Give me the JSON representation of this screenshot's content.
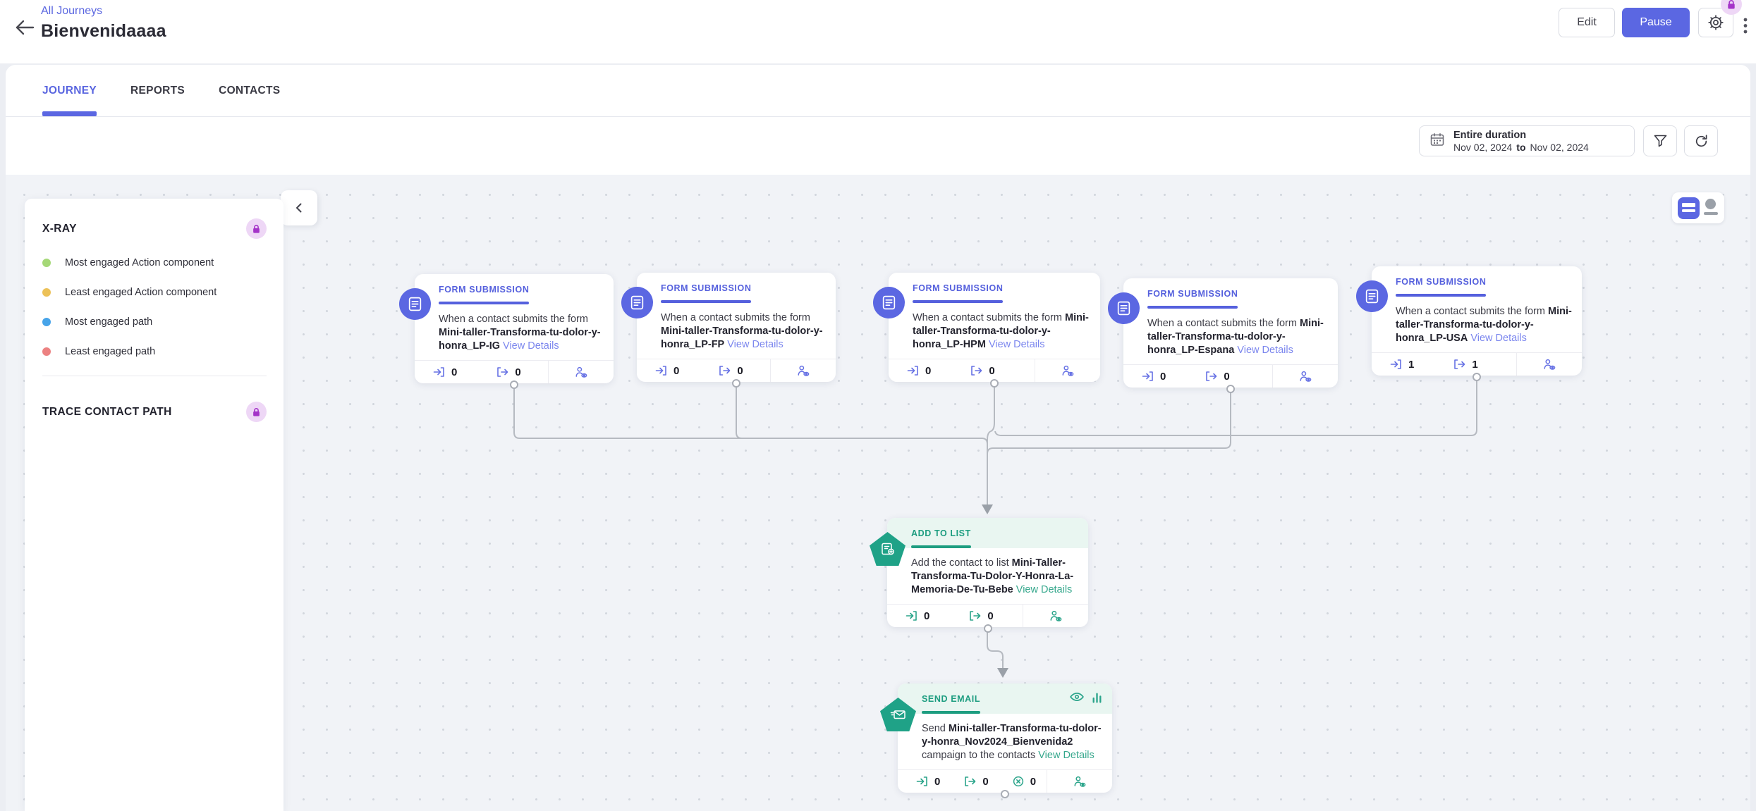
{
  "header": {
    "breadcrumb": "All Journeys",
    "title": "Bienvenidaaaa",
    "edit": "Edit",
    "pause": "Pause"
  },
  "tabs": {
    "journey": "JOURNEY",
    "reports": "REPORTS",
    "contacts": "CONTACTS"
  },
  "toolbar": {
    "duration_title": "Entire duration",
    "date_from": "Nov 02, 2024",
    "to": "to",
    "date_to": "Nov 02, 2024"
  },
  "xray": {
    "title": "X-RAY",
    "legend": [
      {
        "label": "Most engaged Action component",
        "color": "#a5d877"
      },
      {
        "label": "Least engaged Action component",
        "color": "#ecc158"
      },
      {
        "label": "Most engaged path",
        "color": "#47a4e9"
      },
      {
        "label": "Least engaged path",
        "color": "#ec8181"
      }
    ],
    "trace_title": "TRACE CONTACT PATH"
  },
  "nodes": {
    "forms": [
      {
        "label": "FORM SUBMISSION",
        "prefix": "When a contact submits the form",
        "name": "Mini-taller-Transforma-tu-dolor-y-honra_LP-IG",
        "link": "View Details",
        "entered": "0",
        "exited": "0"
      },
      {
        "label": "FORM SUBMISSION",
        "prefix": "When a contact submits the form",
        "name": "Mini-taller-Transforma-tu-dolor-y-honra_LP-FP",
        "link": "View Details",
        "entered": "0",
        "exited": "0"
      },
      {
        "label": "FORM SUBMISSION",
        "prefix": "When a contact submits the form",
        "name": "Mini-taller-Transforma-tu-dolor-y-honra_LP-HPM",
        "link": "View Details",
        "entered": "0",
        "exited": "0"
      },
      {
        "label": "FORM SUBMISSION",
        "prefix": "When a contact submits the form",
        "name": "Mini-taller-Transforma-tu-dolor-y-honra_LP-Espana",
        "link": "View Details",
        "entered": "0",
        "exited": "0"
      },
      {
        "label": "FORM SUBMISSION",
        "prefix": "When a contact submits the form",
        "name": "Mini-taller-Transforma-tu-dolor-y-honra_LP-USA",
        "link": "View Details",
        "entered": "1",
        "exited": "1"
      }
    ],
    "add_to_list": {
      "label": "ADD TO LIST",
      "prefix": "Add the contact to list",
      "name": "Mini-Taller-Transforma-Tu-Dolor-Y-Honra-La-Memoria-De-Tu-Bebe",
      "link": "View Details",
      "entered": "0",
      "exited": "0"
    },
    "send_email": {
      "label": "SEND EMAIL",
      "prefix": "Send",
      "name": "Mini-taller-Transforma-tu-dolor-y-honra_Nov2024_Bienvenida2",
      "suffix": "campaign to the contacts",
      "link": "View Details",
      "entered": "0",
      "exited": "0",
      "not_sent": "0"
    }
  },
  "colors": {
    "accent_indigo": "#5b67e2",
    "accent_teal": "#1fa287",
    "teal_band": "#e9f6f1",
    "link_indigo": "#7c87ee",
    "link_teal": "#35a78c",
    "lock_purple": "#a433c8",
    "lock_bg": "#eed7f6",
    "canvas_bg": "#f1f3f7",
    "connector": "#b6bac1"
  }
}
